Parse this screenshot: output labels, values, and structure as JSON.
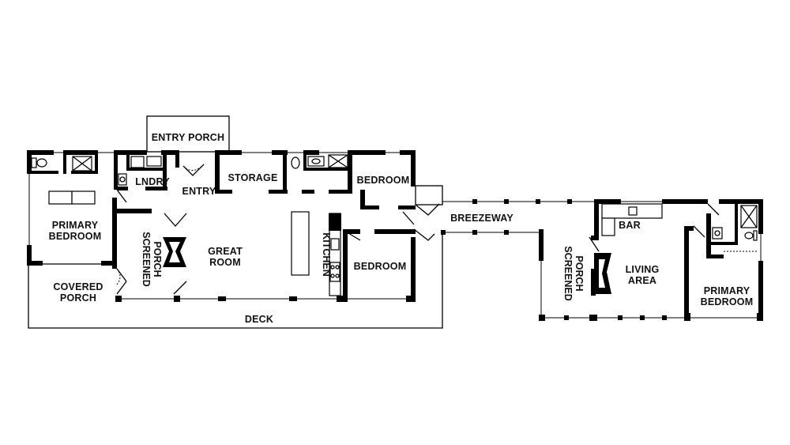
{
  "labels": {
    "entry_porch": "ENTRY PORCH",
    "lndry": "LNDRY",
    "entry": "ENTRY",
    "storage": "STORAGE",
    "bedroom_upper": "BEDROOM",
    "primary_bedroom_left_1": "PRIMARY",
    "primary_bedroom_left_2": "BEDROOM",
    "great_room_1": "GREAT",
    "great_room_2": "ROOM",
    "screened_porch_left_1": "SCREENED",
    "screened_porch_left_2": "PORCH",
    "kitchen": "KITCHEN",
    "bedroom_lower": "BEDROOM",
    "covered_porch_1": "COVERED",
    "covered_porch_2": "PORCH",
    "deck": "DECK",
    "breezeway": "BREEZEWAY",
    "bar": "BAR",
    "screened_porch_right_1": "SCREENED",
    "screened_porch_right_2": "PORCH",
    "living_area_1": "LIVING",
    "living_area_2": "AREA",
    "primary_bedroom_right_1": "PRIMARY",
    "primary_bedroom_right_2": "BEDROOM"
  },
  "colors": {
    "wall": "#000000",
    "background": "#ffffff"
  }
}
